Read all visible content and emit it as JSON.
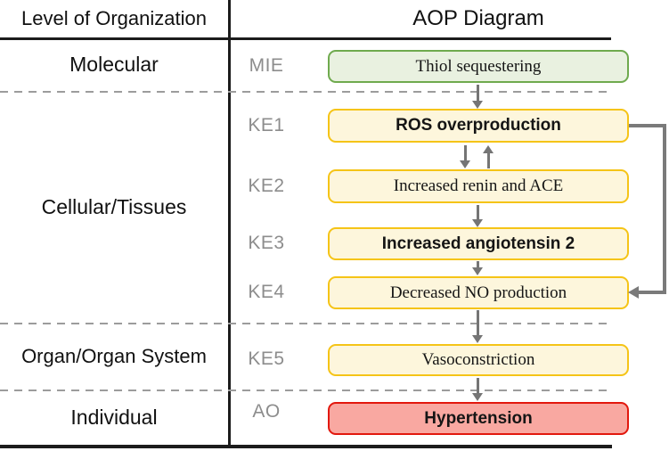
{
  "header": {
    "left_title": "Level of Organization",
    "right_title": "AOP Diagram"
  },
  "levels": [
    {
      "label": "Molecular"
    },
    {
      "label": "Cellular/Tissues"
    },
    {
      "label": "Organ/Organ System"
    },
    {
      "label": "Individual"
    }
  ],
  "pathway": [
    {
      "stage": "MIE",
      "event": "Thiol sequestering",
      "type": "molecular initiating event"
    },
    {
      "stage": "KE1",
      "event": "ROS overproduction",
      "type": "key event"
    },
    {
      "stage": "KE2",
      "event": "Increased renin and ACE",
      "type": "key event"
    },
    {
      "stage": "KE3",
      "event": "Increased angiotensin 2",
      "type": "key event"
    },
    {
      "stage": "KE4",
      "event": "Decreased NO production",
      "type": "key event"
    },
    {
      "stage": "KE5",
      "event": "Vasoconstriction",
      "type": "key event"
    },
    {
      "stage": "AO",
      "event": "Hypertension",
      "type": "adverse outcome"
    }
  ],
  "connections": {
    "forward_chain": [
      "MIE→KE1",
      "KE1→KE2",
      "KE2→KE3",
      "KE3→KE4",
      "KE4→KE5",
      "KE5→AO"
    ],
    "bidirectional": "KE1↔KE2",
    "feedback": "KE1→KE4"
  },
  "colors": {
    "mie_border": "#6faa4e",
    "mie_fill": "#e9f1e0",
    "ke_border": "#f5c417",
    "ke_fill": "#fdf6dc",
    "ao_border": "#e2180e",
    "ao_fill": "#f9a8a1",
    "arrow_gray": "#757575",
    "label_gray": "#8d8d8d",
    "rule_black": "#1c1c1c",
    "dash_gray": "#9c9c9c"
  }
}
